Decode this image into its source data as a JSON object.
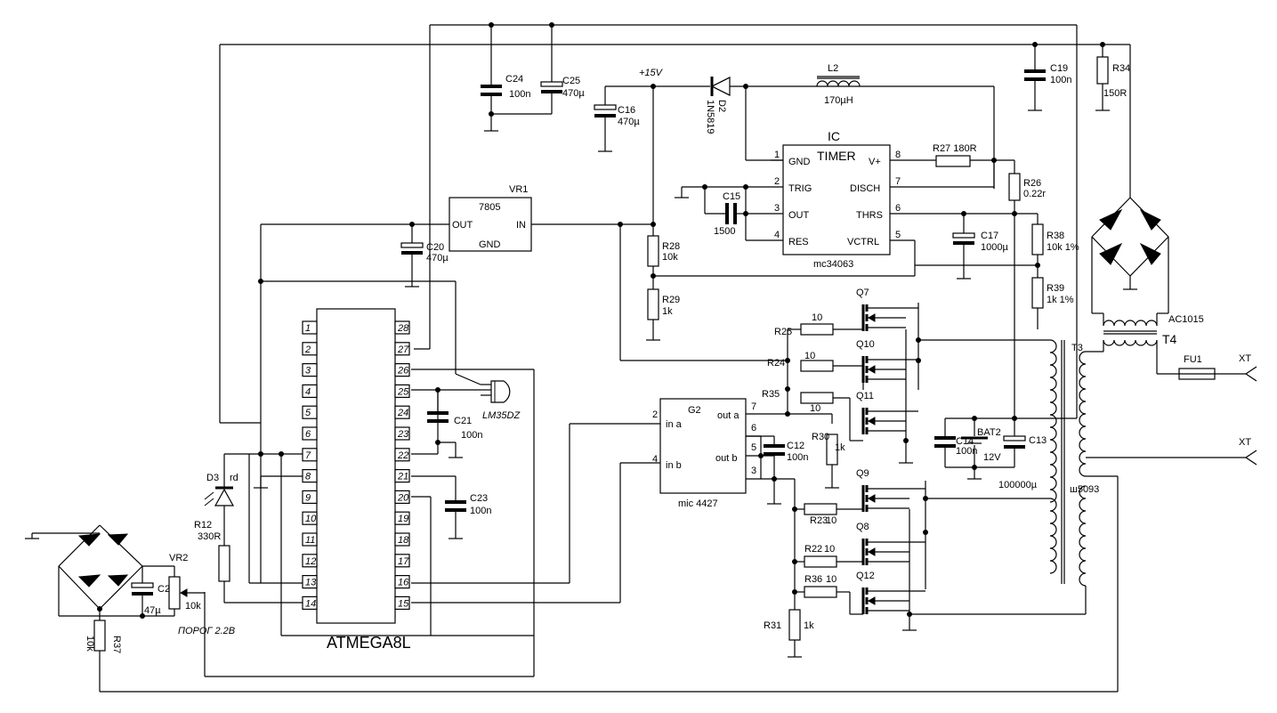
{
  "mcu": {
    "name": "ATMEGA8L",
    "left_pins": [
      "1",
      "2",
      "3",
      "4",
      "5",
      "6",
      "7",
      "8",
      "9",
      "10",
      "11",
      "12",
      "13",
      "14"
    ],
    "right_pins": [
      "28",
      "27",
      "26",
      "25",
      "24",
      "23",
      "22",
      "21",
      "20",
      "19",
      "18",
      "17",
      "16",
      "15"
    ]
  },
  "timer": {
    "ref": "IC",
    "name": "TIMER",
    "part": "mc34063",
    "left_pins": [
      {
        "num": "1",
        "label": "GND"
      },
      {
        "num": "2",
        "label": "TRIG"
      },
      {
        "num": "3",
        "label": "OUT"
      },
      {
        "num": "4",
        "label": "RES"
      }
    ],
    "right_pins": [
      {
        "num": "8",
        "label": "V+"
      },
      {
        "num": "7",
        "label": "DISCH"
      },
      {
        "num": "6",
        "label": "THRS"
      },
      {
        "num": "5",
        "label": "VCTRL"
      }
    ]
  },
  "vreg": {
    "ref": "VR1",
    "part": "7805",
    "out": "OUT",
    "in": "IN",
    "gnd": "GND"
  },
  "driver": {
    "ref": "G2",
    "part": "mic 4427",
    "in_a": "in a",
    "in_b": "in b",
    "out_a": "out a",
    "out_b": "out b",
    "pin2": "2",
    "pin4": "4",
    "pin7": "7",
    "pin6": "6",
    "pin5": "5",
    "pin3": "3"
  },
  "supply_label": "+15V",
  "diode_d2": {
    "ref": "D2",
    "part": "1N5819"
  },
  "inductor_l2": {
    "ref": "L2",
    "value": "170µH"
  },
  "capacitors": {
    "C24": {
      "ref": "C24",
      "value": "100n"
    },
    "C25": {
      "ref": "C25",
      "value": "470µ"
    },
    "C16": {
      "ref": "C16",
      "value": "470µ"
    },
    "C19": {
      "ref": "C19",
      "value": "100n"
    },
    "C15": {
      "ref": "C15",
      "value": "1500"
    },
    "C17": {
      "ref": "C17",
      "value": "1000µ"
    },
    "C20": {
      "ref": "C20",
      "value": "470µ"
    },
    "C21": {
      "ref": "C21",
      "value": "100n"
    },
    "C23": {
      "ref": "C23",
      "value": "100n"
    },
    "C12": {
      "ref": "C12",
      "value": "100n"
    },
    "C14": {
      "ref": "C14",
      "value": "100n"
    },
    "C13": {
      "ref": "C13",
      "value": "100000µ"
    },
    "C2": {
      "ref": "C2",
      "value": "47µ"
    }
  },
  "resistors": {
    "R34": {
      "ref": "R34",
      "value": "150R"
    },
    "R27": {
      "ref": "R27 180R"
    },
    "R26": {
      "ref": "R26",
      "value": "0.22r"
    },
    "R38": {
      "ref": "R38",
      "value": "10k 1%"
    },
    "R39": {
      "ref": "R39",
      "value": "1k 1%"
    },
    "R28": {
      "ref": "R28",
      "value": "10k"
    },
    "R29": {
      "ref": "R29",
      "value": "1k"
    },
    "R25": {
      "ref": "R25",
      "value": "10"
    },
    "R24": {
      "ref": "R24",
      "value": "10"
    },
    "R35": {
      "ref": "R35",
      "value": "10"
    },
    "R30": {
      "ref": "R30",
      "value": "1k"
    },
    "R23": {
      "ref": "R23",
      "value": "10"
    },
    "R22": {
      "ref": "R22",
      "value": "10"
    },
    "R36": {
      "ref": "R36",
      "value": "10"
    },
    "R31": {
      "ref": "R31",
      "value": "1k"
    },
    "R12": {
      "ref": "R12",
      "value": "330R"
    },
    "R37": {
      "ref": "R37",
      "value": "10k"
    }
  },
  "transistors": [
    "Q7",
    "Q10",
    "Q11",
    "Q9",
    "Q8",
    "Q12"
  ],
  "sensor": {
    "ref": "LM35DZ"
  },
  "led": {
    "ref": "D3",
    "color": "rd"
  },
  "pot": {
    "ref": "VR2",
    "value": "10k",
    "note": "ПОРОГ 2.2В"
  },
  "battery": {
    "ref": "BAT2",
    "value": "12V"
  },
  "transformer_t3": {
    "ref": "T3",
    "part": "ш5093"
  },
  "transformer_t4": {
    "ref": "T4",
    "part": "AC1015"
  },
  "fuse": {
    "ref": "FU1"
  },
  "connectors": [
    "XT",
    "XT"
  ]
}
